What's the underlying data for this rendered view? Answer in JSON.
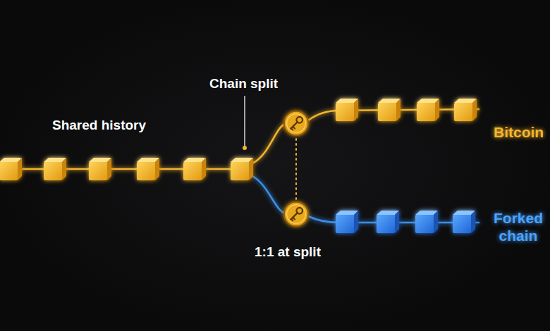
{
  "diagram": {
    "labels": [
      "Chain split",
      "Shared history",
      "Bitcoin",
      "Forked chain",
      "1:1 at split"
    ]
  }
}
